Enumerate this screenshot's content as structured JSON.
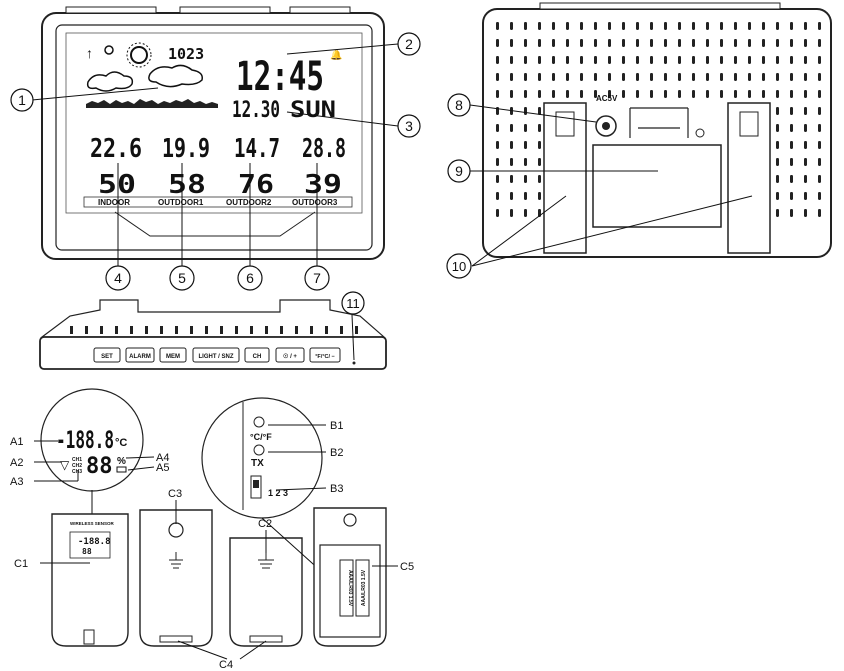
{
  "callouts": {
    "c1": "1",
    "c2": "2",
    "c3": "3",
    "c4": "4",
    "c5": "5",
    "c6": "6",
    "c7": "7",
    "c8": "8",
    "c9": "9",
    "c10": "10",
    "c11": "11"
  },
  "front_display": {
    "pressure": "1023",
    "time": "12:45",
    "date": "12.30",
    "weekday": "SUN",
    "zones": [
      {
        "label": "INDOOR",
        "temp": "22.6",
        "hum": "50"
      },
      {
        "label": "OUTDOOR1",
        "temp": "19.9",
        "hum": "58"
      },
      {
        "label": "OUTDOOR2",
        "temp": "14.7",
        "hum": "76"
      },
      {
        "label": "OUTDOOR3",
        "temp": "28.8",
        "hum": "39"
      }
    ]
  },
  "back_panel": {
    "power_label": "AC5V"
  },
  "buttons": [
    "SET",
    "ALARM",
    "MEM",
    "LIGHT / SNZ",
    "CH",
    "☉ / +",
    "°F/°C/ −"
  ],
  "sensor_labels": {
    "a1": "A1",
    "a2": "A2",
    "a3": "A3",
    "a4": "A4",
    "a5": "A5",
    "b1": "B1",
    "b2": "B2",
    "b3": "B3",
    "c1": "C1",
    "c2": "C2",
    "c3": "C3",
    "c4": "C4",
    "c5": "C5"
  },
  "sensor_display": {
    "temp": "-188.8",
    "unit": "°C",
    "ch1": "CH1",
    "ch2": "CH2",
    "ch3": "CH3",
    "hum": "88",
    "pct": "%",
    "brand": "WIRELESS SENSOR"
  },
  "switch_panel": {
    "unit": "°C/°F",
    "tx": "TX",
    "ch": "1 2 3"
  },
  "battery": {
    "text": "AAA/LR03 1.5V"
  }
}
